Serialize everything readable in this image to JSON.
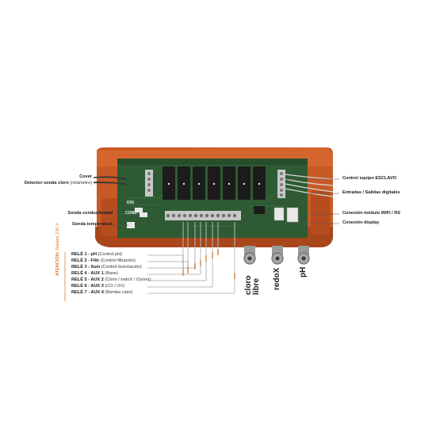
{
  "left_labels": {
    "cover": "Cover",
    "detector_main": "Detector sonda cloro",
    "detector_sub": "(rotámetro)",
    "conductividad": "Sonda conductividad",
    "temperatura": "Sonda temperatura"
  },
  "right_labels": {
    "control_esclavo": "Control equipo ESCLAVO",
    "entradas_salidas": "Entradas / Salidas digitales",
    "wifi_rs": "Conexión módulo WIFI / RS",
    "display": "Conexión display"
  },
  "warning": {
    "main": "ATENCIÓN:",
    "sub": "Salidas 230 V"
  },
  "relays": [
    {
      "name": "RELÉ 1 - pH",
      "desc": "(Control pH)"
    },
    {
      "name": "RELÉ 2 - Filtr",
      "desc": "(Control filtración)"
    },
    {
      "name": "RELÉ 3 - Ilum",
      "desc": "(Control iluminación)"
    },
    {
      "name": "RELÉ 4 - AUX 1",
      "desc": "(Base)"
    },
    {
      "name": "RELÉ 5 - AUX 2",
      "desc": "(Cloro / redoX / Ozono)"
    },
    {
      "name": "RELÉ 6 - AUX 3",
      "desc": "(CO / UV)"
    },
    {
      "name": "RELÉ 7 - AUX 4",
      "desc": "(Bomba calor)"
    }
  ],
  "connectors": {
    "cloro_line1": "cloro",
    "cloro_line2": "libre",
    "redox": "redoX",
    "ph": "pH"
  },
  "pcb": {
    "ion": "ION",
    "cond": "COND"
  },
  "colors": {
    "housing": "#c85a26",
    "housing_dark": "#8e3d17",
    "pcb": "#2e5b34",
    "relay": "#1c1c1c",
    "terminal": "#c8c8c8",
    "warning": "#e07a2e"
  }
}
